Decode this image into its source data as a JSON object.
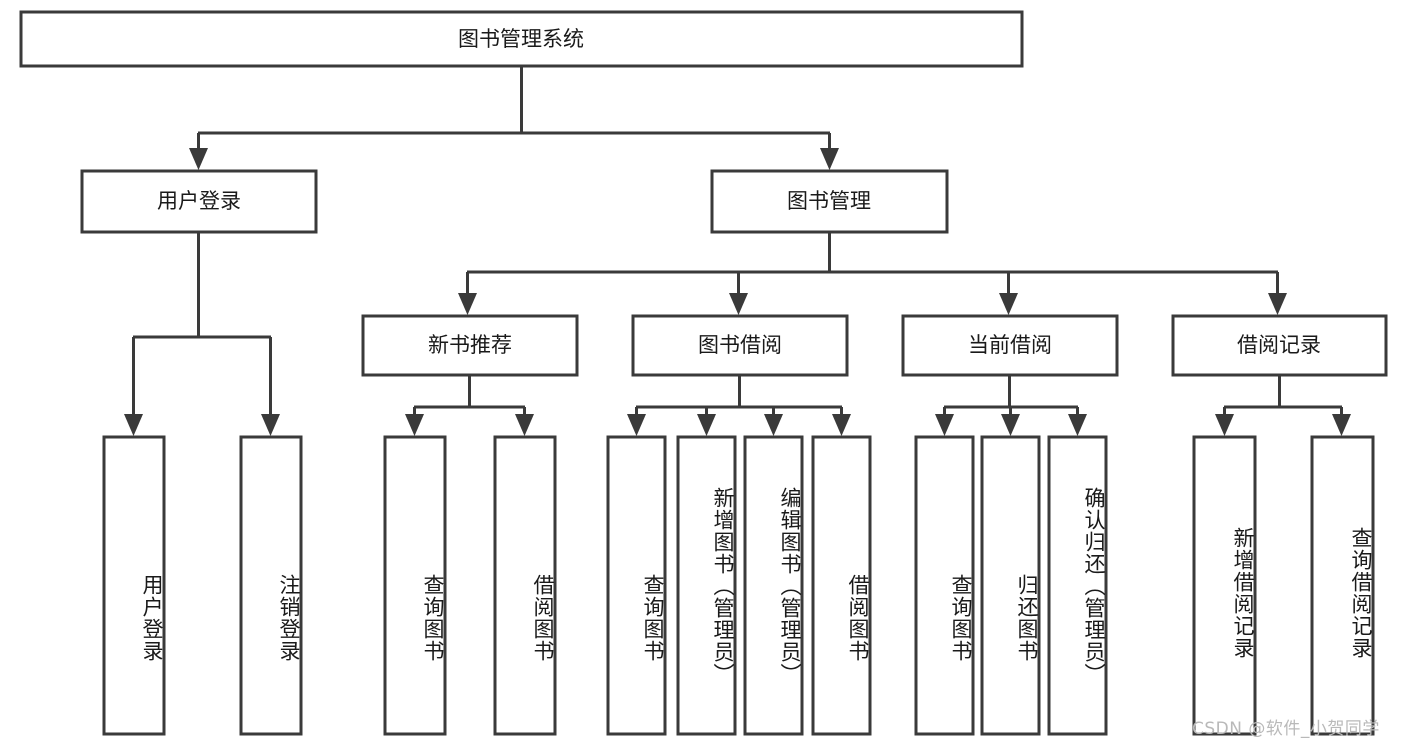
{
  "diagram": {
    "title": "图书管理系统",
    "type": "tree",
    "watermark": "CSDN @软件_小贺同学",
    "colors": {
      "box_stroke": "#3a3a3a",
      "box_fill": "#ffffff",
      "text": "#1a1a1a",
      "connector": "#3a3a3a",
      "background": "#ffffff",
      "watermark": "#b9b9b9"
    },
    "nodes": {
      "root": {
        "label": "图书管理系统"
      },
      "level2": [
        {
          "label": "用户登录"
        },
        {
          "label": "图书管理"
        }
      ],
      "level3": [
        {
          "label": "新书推荐"
        },
        {
          "label": "图书借阅"
        },
        {
          "label": "当前借阅"
        },
        {
          "label": "借阅记录"
        }
      ],
      "leaves": {
        "user_login": [
          {
            "label": "用户登录"
          },
          {
            "label": "注销登录"
          }
        ],
        "new_book_recommend": [
          {
            "label": "查询图书"
          },
          {
            "label": "借阅图书"
          }
        ],
        "book_borrow": [
          {
            "label": "查询图书"
          },
          {
            "label": "新增图书（管理员）"
          },
          {
            "label": "编辑图书（管理员）"
          },
          {
            "label": "借阅图书"
          }
        ],
        "current_borrow": [
          {
            "label": "查询图书"
          },
          {
            "label": "归还图书"
          },
          {
            "label": "确认归还（管理员）"
          }
        ],
        "borrow_record": [
          {
            "label": "新增借阅记录"
          },
          {
            "label": "查询借阅记录"
          }
        ]
      }
    }
  }
}
